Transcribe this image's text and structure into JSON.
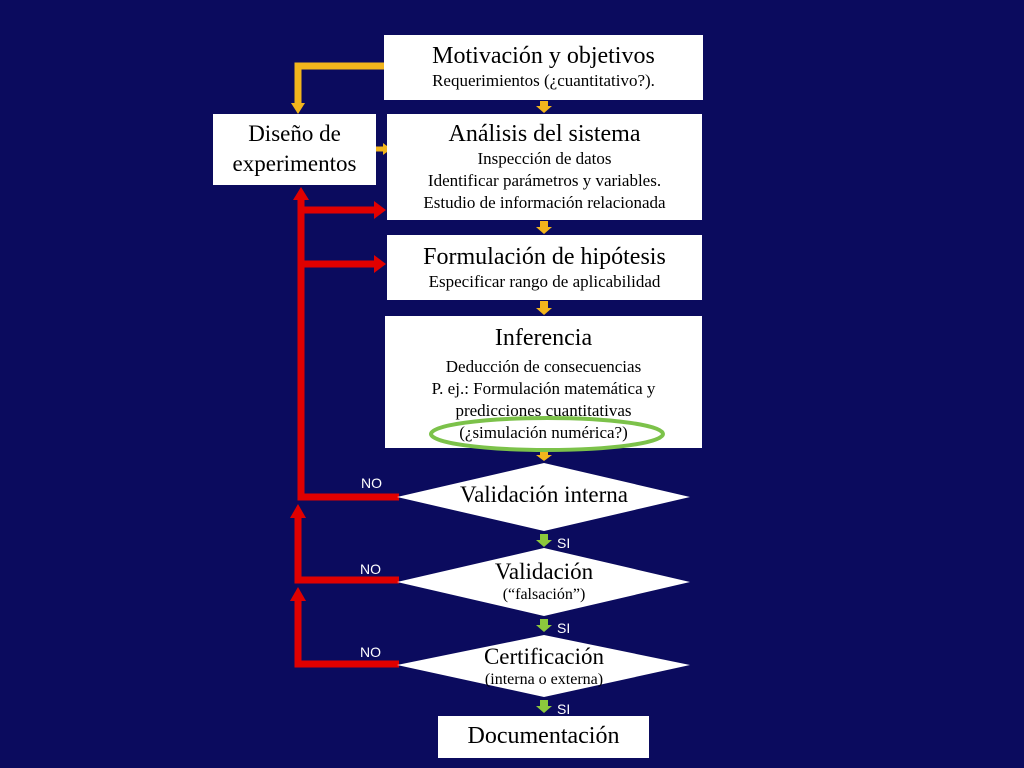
{
  "colors": {
    "background": "#0b0b5e",
    "box": "#ffffff",
    "flow_arrow": "#f2b51c",
    "feedback_arrow": "#e00000",
    "yes_arrow": "#8cc83c",
    "highlight_ellipse": "#7cc24a"
  },
  "boxes": {
    "motivacion": {
      "title": "Motivación y objetivos",
      "lines": [
        "Requerimientos (¿cuantitativo?)."
      ]
    },
    "diseno": {
      "lines": [
        "Diseño de",
        "experimentos"
      ]
    },
    "analisis": {
      "title": "Análisis del sistema",
      "lines": [
        "Inspección de datos",
        "Identificar parámetros y variables.",
        "Estudio de información relacionada"
      ]
    },
    "formulacion": {
      "title": "Formulación de hipótesis",
      "lines": [
        "Especificar rango de aplicabilidad"
      ]
    },
    "inferencia": {
      "title": "Inferencia",
      "lines": [
        "Deducción de consecuencias",
        "P. ej.: Formulación matemática y",
        "predicciones cuantitativas",
        "(¿simulación numérica?)"
      ]
    },
    "documentacion": {
      "title": "Documentación"
    }
  },
  "decisions": {
    "validacion_interna": {
      "title": "Validación interna"
    },
    "validacion": {
      "title": "Validación",
      "subtitle": "(“falsación”)"
    },
    "certificacion": {
      "title": "Certificación",
      "subtitle": "(interna o externa)"
    }
  },
  "labels": {
    "no": "NO",
    "si": "SI"
  }
}
